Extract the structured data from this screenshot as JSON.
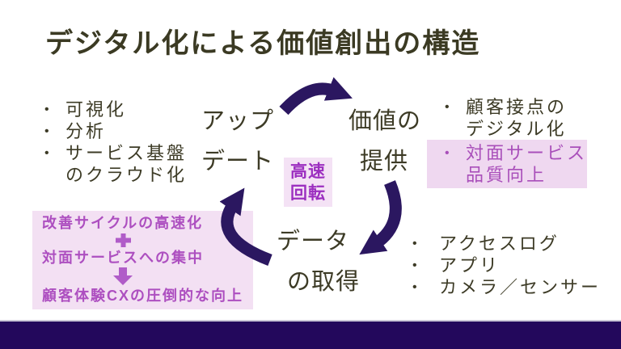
{
  "slide": {
    "title": "デジタル化による価値創出の構造",
    "cycle": {
      "nodes": [
        {
          "label": "アップデート",
          "line1": "アップ",
          "line2": "デート"
        },
        {
          "label": "価値の提供",
          "line1": "価値の",
          "line2": "提供"
        },
        {
          "label": "データの取得",
          "line1": "データ",
          "line2": "の取得"
        }
      ],
      "center_badge": {
        "label": "高速回転",
        "line1": "高速",
        "line2": "回転"
      },
      "arrows": [
        "update-to-value",
        "value-to-data",
        "data-to-update"
      ]
    },
    "left_list": {
      "items": [
        {
          "text": "可視化",
          "line1": "可視化",
          "line2": ""
        },
        {
          "text": "分析",
          "line1": "分析",
          "line2": ""
        },
        {
          "text": "サービス基盤のクラウド化",
          "line1": "サービス基盤",
          "line2": "のクラウド化"
        }
      ]
    },
    "right_top_list": {
      "items": [
        {
          "text": "顧客接点のデジタル化",
          "line1": "顧客接点の",
          "line2": "デジタル化",
          "highlighted": false
        },
        {
          "text": "対面サービス品質向上",
          "line1": "対面サービス",
          "line2": "品質向上",
          "highlighted": true
        }
      ]
    },
    "right_bottom_list": {
      "items": [
        "アクセスログ",
        "アプリ",
        "カメラ／センサー"
      ]
    },
    "outcome_box": {
      "line1": "改善サイクルの高速化",
      "operator1": "plus",
      "line2": "対面サービスへの集中",
      "operator2": "down-arrow",
      "line3": "顧客体験CXの圧倒的な向上"
    },
    "bullet_char": "•",
    "colors": {
      "body_text": "#3d3b26",
      "arrow_dark": "#2b1760",
      "bottom_bar": "#23085c",
      "badge_bg": "#f4e2f5",
      "badge_text": "#9c2fc0",
      "highlight_bg": "#efd8f0",
      "highlight_text": "#a94fba",
      "outcome_bg": "#f3e0f3",
      "outcome_text": "#ad4fc0"
    }
  }
}
